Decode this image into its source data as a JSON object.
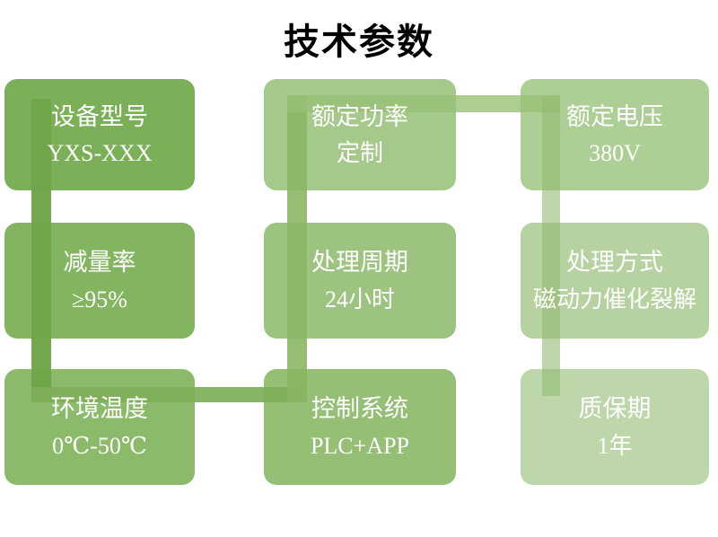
{
  "title": "技术参数",
  "title_color": "#000000",
  "boxes": [
    {
      "label": "设备型号",
      "value": "YXS-XXX",
      "color": "#7BB058"
    },
    {
      "label": "额定功率",
      "value": "定制",
      "color": "#A5C98B"
    },
    {
      "label": "额定电压",
      "value": "380V",
      "color": "#ADCE95"
    },
    {
      "label": "减量率",
      "value": "≥95%",
      "color": "#83B561"
    },
    {
      "label": "处理周期",
      "value": "24小时",
      "color": "#9CC480"
    },
    {
      "label": "处理方式",
      "value": "磁动力催化裂解",
      "color": "#B6D2A0"
    },
    {
      "label": "环境温度",
      "value": "0℃-50℃",
      "color": "#8BBA6B"
    },
    {
      "label": "控制系统",
      "value": "PLC+APP",
      "color": "#94BF75"
    },
    {
      "label": "质保期",
      "value": "1年",
      "color": "#BED7AA"
    }
  ],
  "connectors": [
    {
      "id": "segA",
      "desc": "vertical-left 设备型号→环境温度",
      "color": "rgba(111,165,73,0.97)"
    },
    {
      "id": "segB",
      "desc": "horizontal-bottom 环境温度→控制系统",
      "color": "rgba(126,174,88,0.92)"
    },
    {
      "id": "segC",
      "desc": "vertical-middle 控制系统→额定功率",
      "color": "rgba(138,182,100,0.90)"
    },
    {
      "id": "segD",
      "desc": "horizontal-top 额定功率→额定电压",
      "color": "rgba(152,192,118,0.80)"
    },
    {
      "id": "segE",
      "desc": "vertical-right 额定电压→质保期",
      "color": "rgba(148,187,114,0.62)"
    }
  ],
  "text_color": "#ffffff"
}
